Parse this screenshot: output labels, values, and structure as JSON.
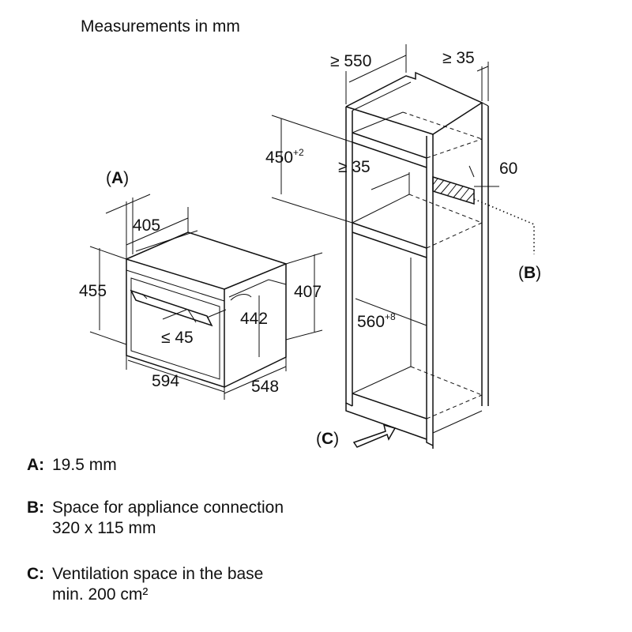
{
  "title": "Measurements in mm",
  "dims": {
    "oven_depth_body": "405",
    "oven_height": "455",
    "oven_width": "594",
    "oven_total_depth": "548",
    "oven_niche_height": "442",
    "oven_rear_height": "407",
    "handle_gap": "≤ 45",
    "cabinet_depth": "≥ 550",
    "cabinet_rear_gap": "≥ 35",
    "niche_height": "450",
    "niche_height_tol": "+2",
    "shelf_gap": "≥ 35",
    "top_offset": "60",
    "niche_width": "560",
    "niche_width_tol": "+8"
  },
  "markers": {
    "a": "(A)",
    "a_letter": "A",
    "b": "(B)",
    "b_letter": "B",
    "c": "(C)",
    "c_letter": "C"
  },
  "legend": [
    {
      "key": "A:",
      "line1": "19.5 mm",
      "line2": ""
    },
    {
      "key": "B:",
      "line1": "Space for appliance connection",
      "line2": "320 x 115 mm"
    },
    {
      "key": "C:",
      "line1": "Ventilation space in the base",
      "line2": "min. 200 cm²"
    }
  ]
}
